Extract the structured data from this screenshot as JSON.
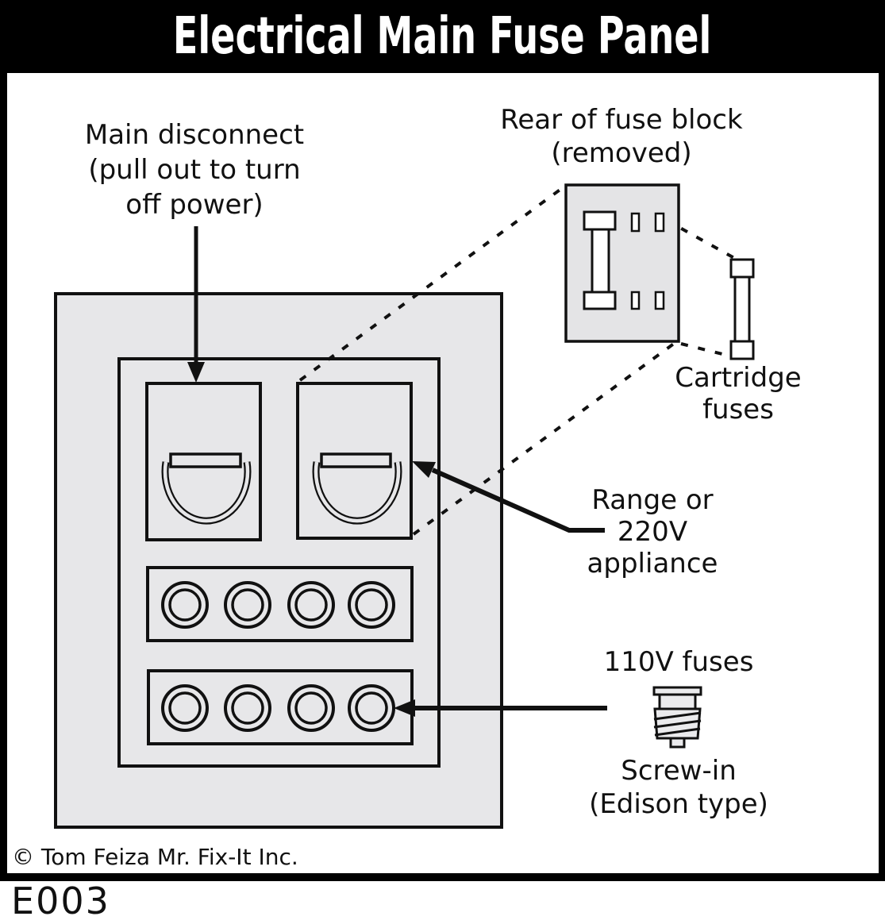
{
  "header": {
    "title": "Electrical Main Fuse Panel"
  },
  "annotations": {
    "main_disconnect": [
      "Main disconnect",
      "(pull out to turn",
      "off power)"
    ],
    "rear_fuse_block": [
      "Rear of fuse block",
      "(removed)"
    ],
    "cartridge_fuses": [
      "Cartridge",
      "fuses"
    ],
    "range_appliance": [
      "Range or",
      "220V",
      "appliance"
    ],
    "v110_fuses": "110V fuses",
    "screw_in": [
      "Screw-in",
      "(Edison type)"
    ]
  },
  "footer": {
    "copyright": "© Tom Feiza Mr. Fix-It Inc.",
    "figure_id": "E003"
  },
  "colors": {
    "banner": "#000000",
    "ink": "#111111",
    "panel_fill": "#e7e7e9",
    "block_fill": "#e4e4e6",
    "fuse_fill": "#ffffff",
    "screw_fill": "#ebebed",
    "paper": "#ffffff"
  }
}
